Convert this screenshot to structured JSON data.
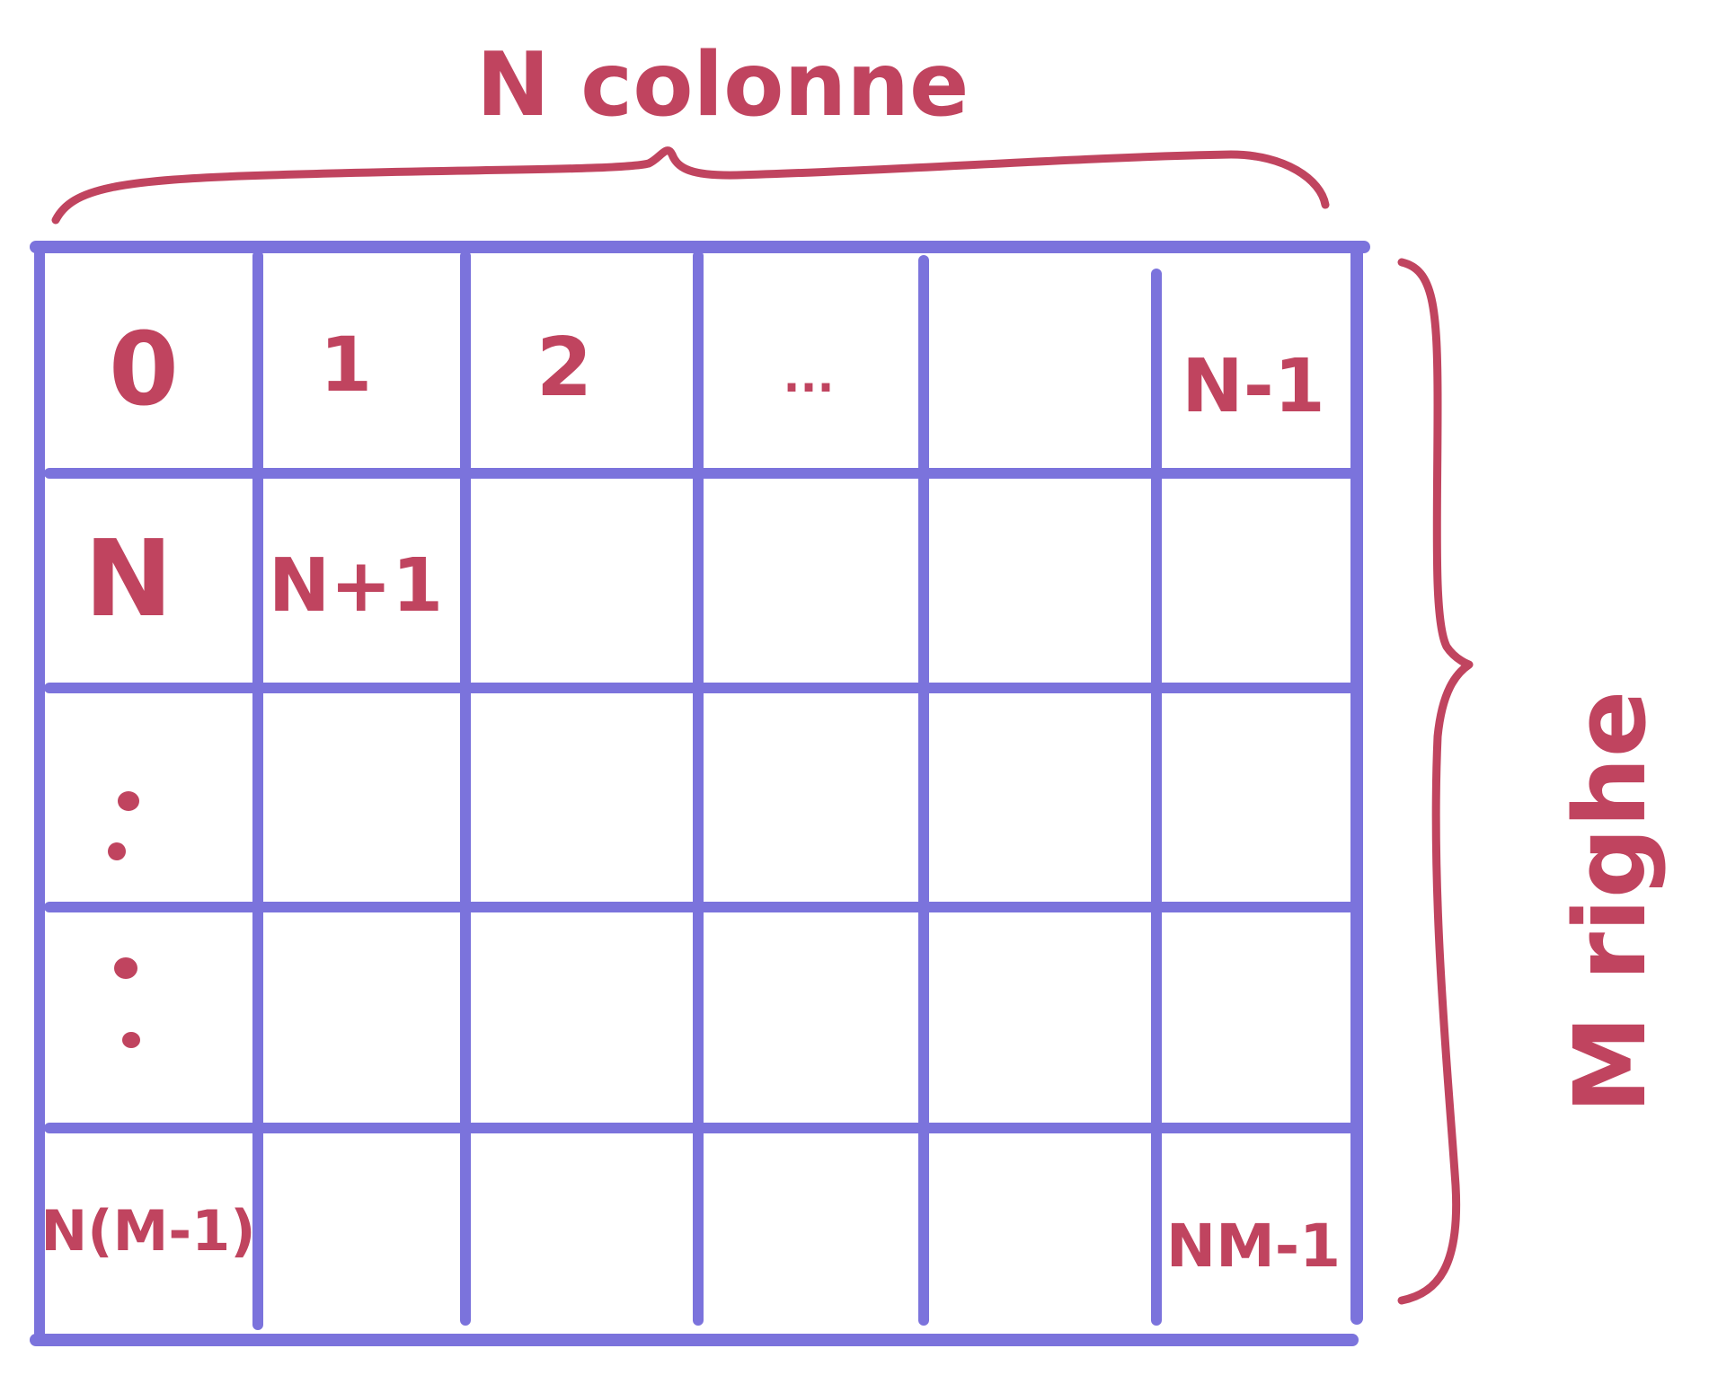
{
  "labels": {
    "columns": "N colonne",
    "rows": "M righe"
  },
  "cells": {
    "r0c0": "0",
    "r0c1": "1",
    "r0c2": "2",
    "r0c3": "...",
    "r0c5": "N-1",
    "r1c0": "N",
    "r1c1": "N+1",
    "r5c0": "N(M-1)",
    "r5c5": "NM-1"
  },
  "colors": {
    "grid": "#7b73dc",
    "ink": "#c0445f",
    "background": "#ffffff"
  }
}
